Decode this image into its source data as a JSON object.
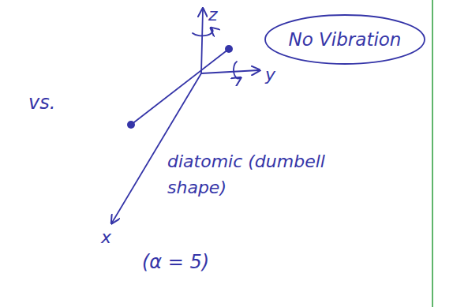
{
  "diagram": {
    "nodes": [
      {
        "text": [
          "No Vibration"
        ]
      }
    ],
    "labels": [
      "z",
      "vs.",
      "y",
      "x",
      "diatomic (dumbell shape)",
      "(α = 5)"
    ]
  }
}
